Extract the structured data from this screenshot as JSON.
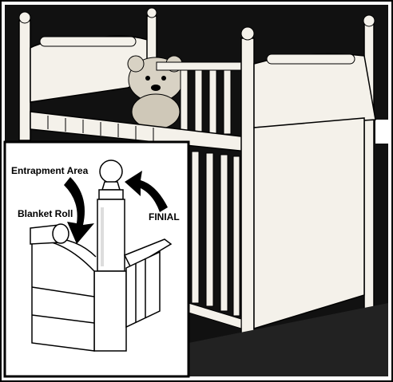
{
  "diagram": {
    "labels": {
      "entrapment_area": "Entrapment Area",
      "blanket_roll": "Blanket Roll",
      "finial": "FINIAL"
    }
  },
  "colors": {
    "background": "#ffffff",
    "ink": "#000000",
    "dark_fill": "#111111",
    "wood": "#f4f1ea"
  },
  "icons": {
    "teddy_bear": "bear-silhouette",
    "crib": "crib-illustration",
    "corner_post": "corner-post-detail"
  }
}
